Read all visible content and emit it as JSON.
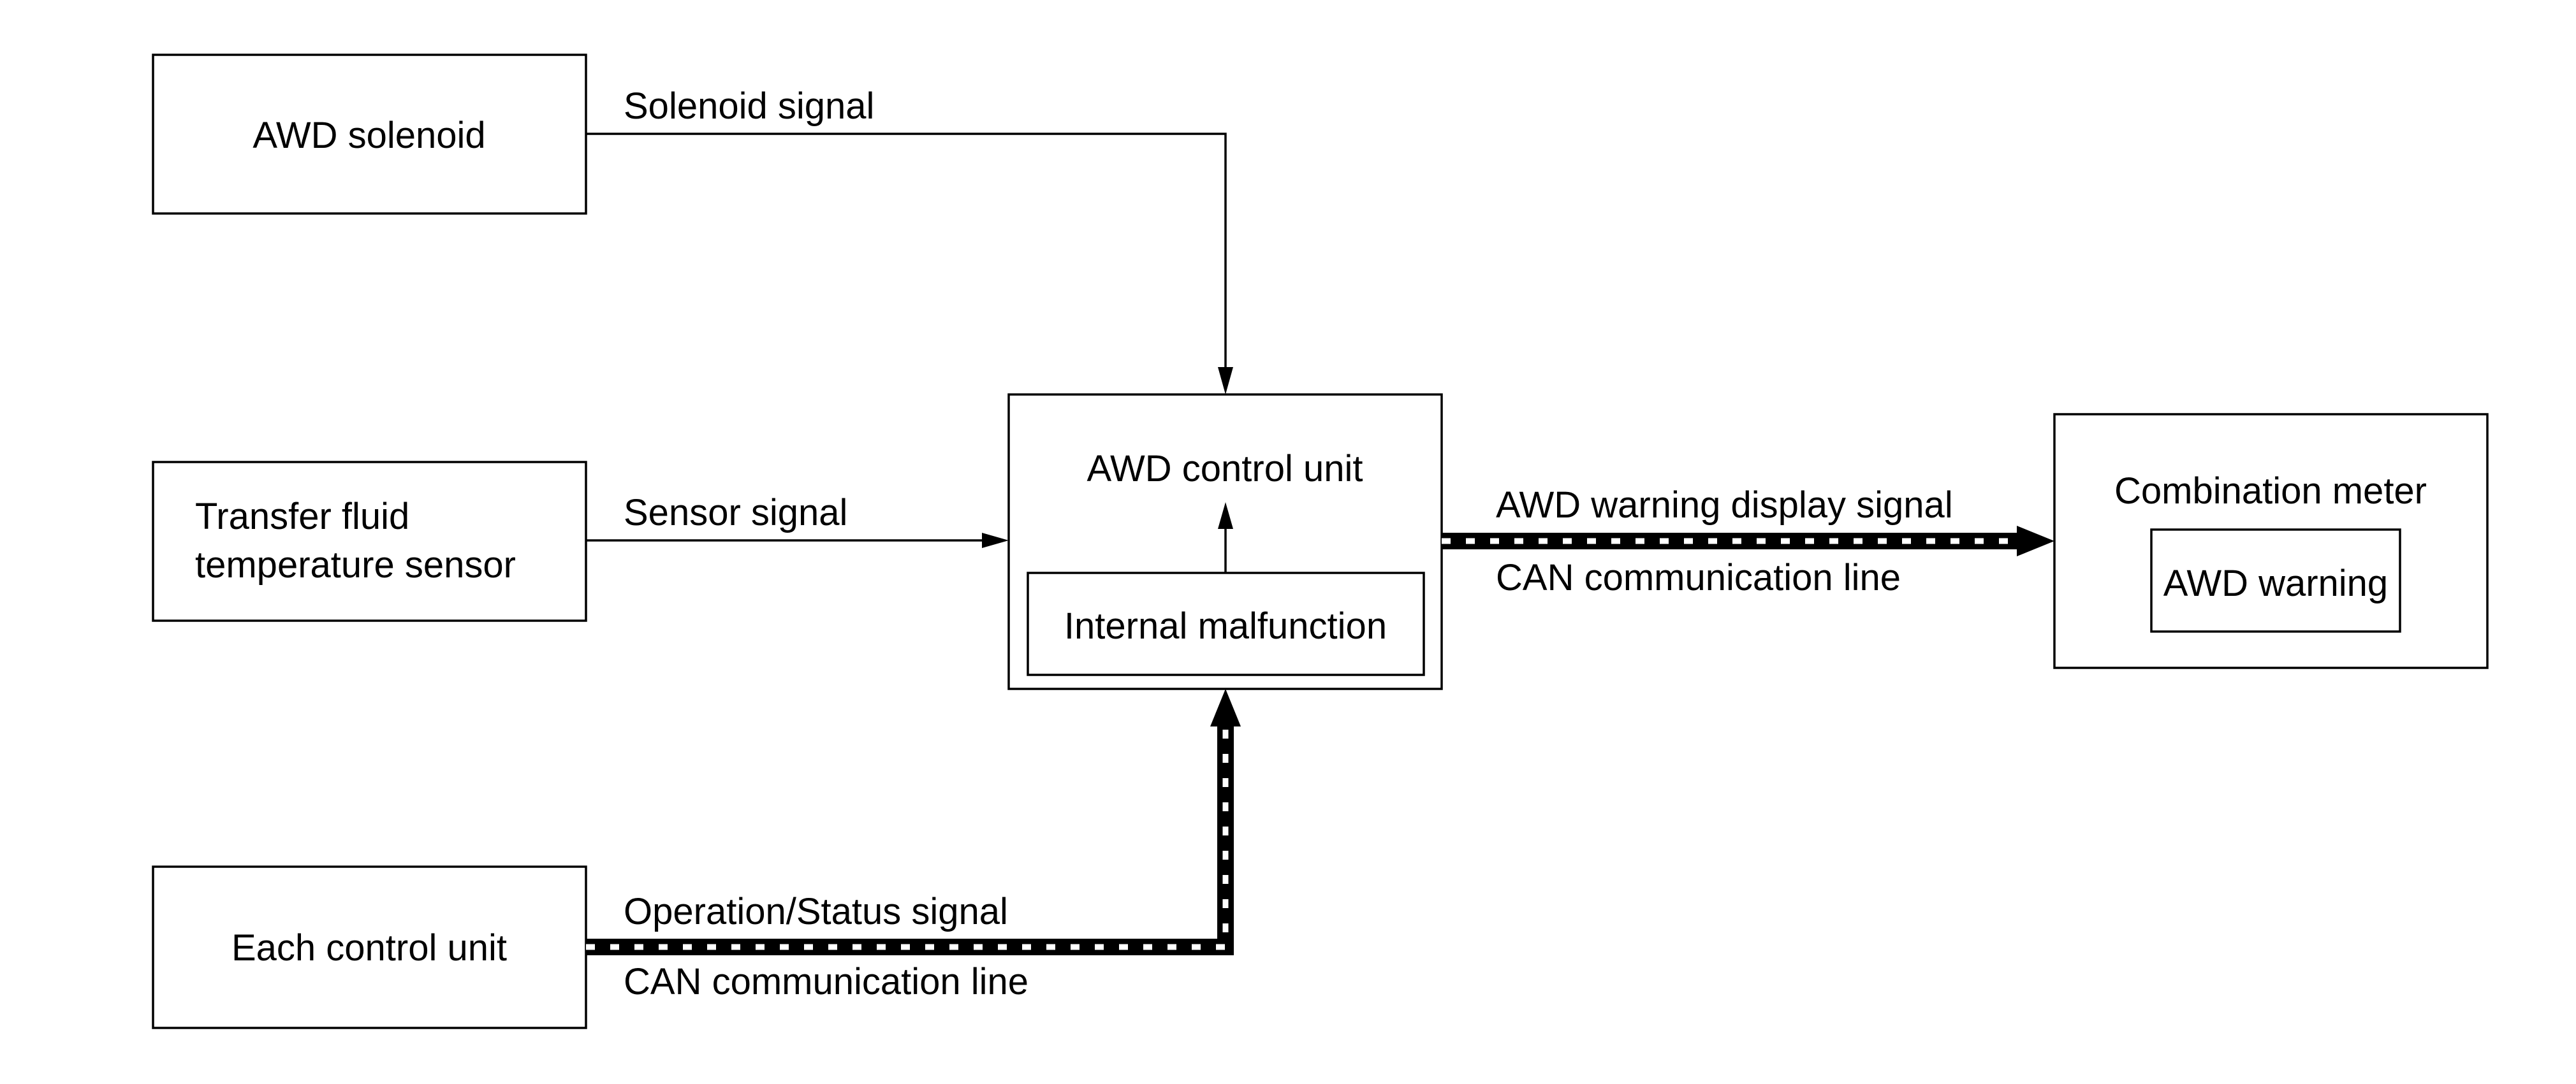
{
  "nodes": {
    "awd_solenoid": "AWD solenoid",
    "transfer_sensor_line1": "Transfer fluid",
    "transfer_sensor_line2": "temperature sensor",
    "each_control_unit": "Each control unit",
    "awd_control_unit": "AWD control unit",
    "internal_malfunction": "Internal malfunction",
    "combination_meter": "Combination meter",
    "awd_warning": "AWD warning"
  },
  "signals": {
    "solenoid_signal": "Solenoid signal",
    "sensor_signal": "Sensor signal",
    "operation_status_signal": "Operation/Status signal",
    "can_line_bottom": "CAN communication line",
    "awd_warning_display_signal": "AWD warning display signal",
    "can_line_right": "CAN communication line"
  },
  "legend": {
    "can_line_style": "black-white-dashed",
    "signal_line_style": "thin-solid"
  }
}
